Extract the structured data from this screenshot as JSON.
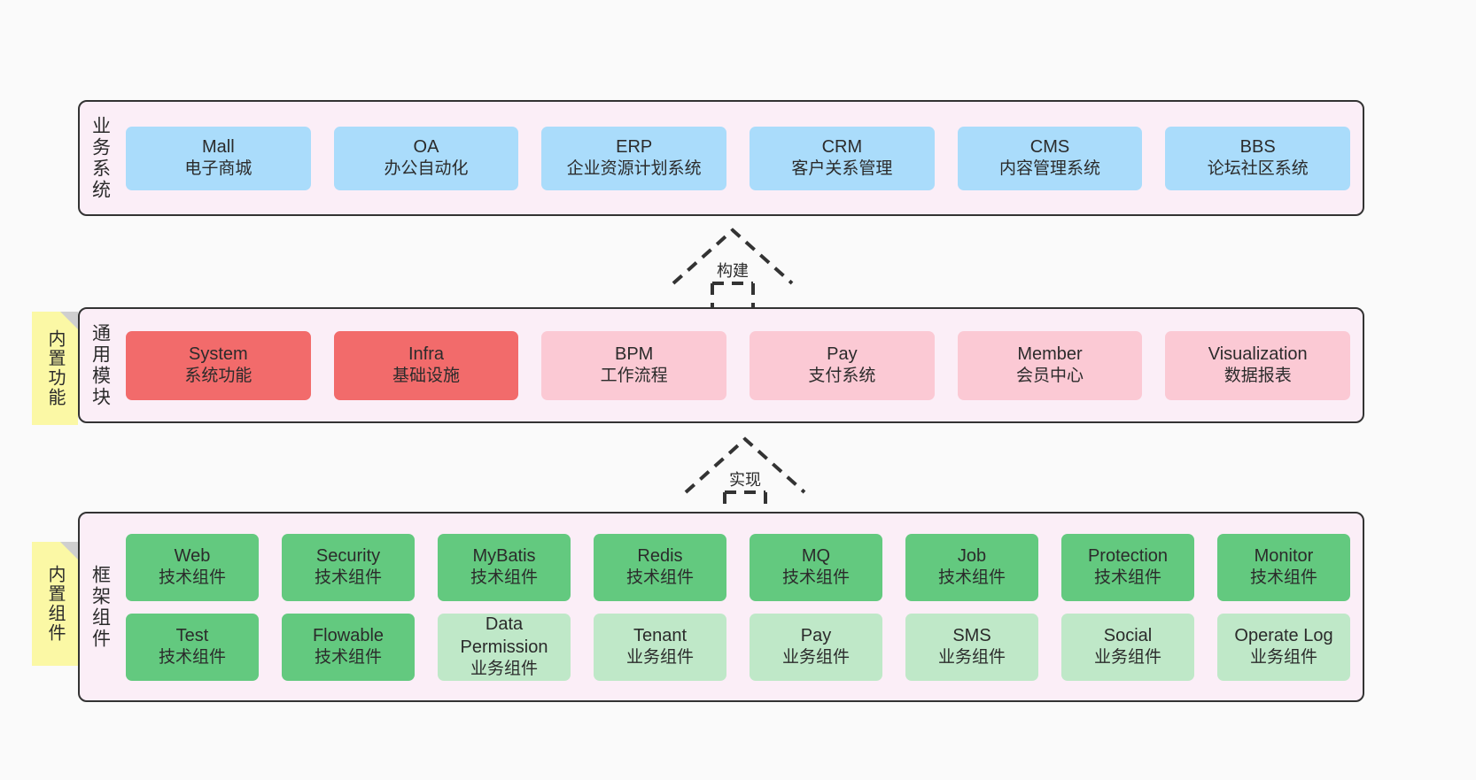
{
  "diagram": {
    "background": "#fafafa",
    "panel_bg": "#fbeef7",
    "panel_border": "#333333",
    "note_bg": "#fbf8a5",
    "colors": {
      "blue": "#aadcfb",
      "red": "#f26b6b",
      "pink": "#fbc9d4",
      "green": "#63c97f",
      "light_green": "#bfe8c8"
    }
  },
  "layers": {
    "business": {
      "title": "业务系统",
      "cards": [
        {
          "name": "Mall",
          "desc": "电子商城"
        },
        {
          "name": "OA",
          "desc": "办公自动化"
        },
        {
          "name": "ERP",
          "desc": "企业资源计划系统"
        },
        {
          "name": "CRM",
          "desc": "客户关系管理"
        },
        {
          "name": "CMS",
          "desc": "内容管理系统"
        },
        {
          "name": "BBS",
          "desc": "论坛社区系统"
        }
      ]
    },
    "modules": {
      "title": "通用模块",
      "note": "内置功能",
      "cards": [
        {
          "name": "System",
          "desc": "系统功能",
          "color": "red"
        },
        {
          "name": "Infra",
          "desc": "基础设施",
          "color": "red"
        },
        {
          "name": "BPM",
          "desc": "工作流程",
          "color": "pink"
        },
        {
          "name": "Pay",
          "desc": "支付系统",
          "color": "pink"
        },
        {
          "name": "Member",
          "desc": "会员中心",
          "color": "pink"
        },
        {
          "name": "Visualization",
          "desc": "数据报表",
          "color": "pink"
        }
      ]
    },
    "framework": {
      "title": "框架组件",
      "note": "内置组件",
      "row1": [
        {
          "name": "Web",
          "desc": "技术组件",
          "color": "green"
        },
        {
          "name": "Security",
          "desc": "技术组件",
          "color": "green"
        },
        {
          "name": "MyBatis",
          "desc": "技术组件",
          "color": "green"
        },
        {
          "name": "Redis",
          "desc": "技术组件",
          "color": "green"
        },
        {
          "name": "MQ",
          "desc": "技术组件",
          "color": "green"
        },
        {
          "name": "Job",
          "desc": "技术组件",
          "color": "green"
        },
        {
          "name": "Protection",
          "desc": "技术组件",
          "color": "green"
        },
        {
          "name": "Monitor",
          "desc": "技术组件",
          "color": "green"
        }
      ],
      "row2": [
        {
          "name": "Test",
          "desc": "技术组件",
          "color": "green"
        },
        {
          "name": "Flowable",
          "desc": "技术组件",
          "color": "green"
        },
        {
          "name": "Data",
          "name2": "Permission",
          "desc": "业务组件",
          "color": "light_green"
        },
        {
          "name": "Tenant",
          "desc": "业务组件",
          "color": "light_green"
        },
        {
          "name": "Pay",
          "desc": "业务组件",
          "color": "light_green"
        },
        {
          "name": "SMS",
          "desc": "业务组件",
          "color": "light_green"
        },
        {
          "name": "Social",
          "desc": "业务组件",
          "color": "light_green"
        },
        {
          "name": "Operate Log",
          "desc": "业务组件",
          "color": "light_green"
        }
      ]
    }
  },
  "arrows": [
    {
      "label": "构建"
    },
    {
      "label": "实现"
    }
  ]
}
